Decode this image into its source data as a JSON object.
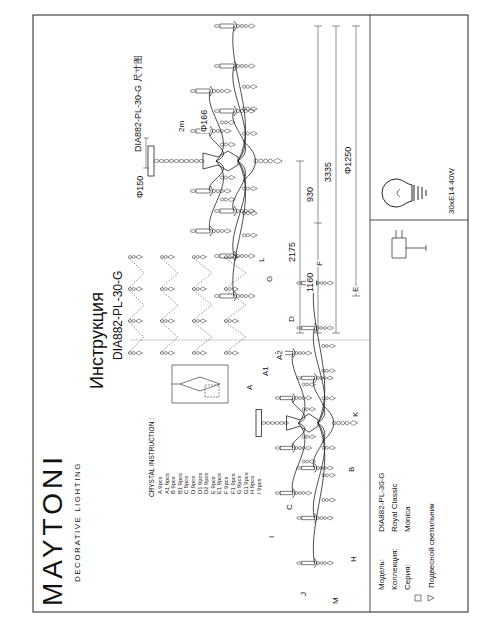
{
  "diagram": {
    "title": "Инструкция",
    "labels": [
      "MAYTONI",
      "DECORATIVE LIGHTING",
      "DIA882-PL-30-G",
      "DIA882-PL-30-G 尺寸图",
      "Φ150",
      "Φ166",
      "2m",
      "2175",
      "930",
      "1160",
      "3335",
      "Φ1250",
      "30xE14 40W",
      "Модель:",
      "DIA882-PL-30-G",
      "Коллекция:",
      "Royal Classic",
      "Серия:",
      "Monica",
      "Подвесной светильник",
      "CRYSTAL INSTRUCTION :",
      "A 9pcs",
      "A1 9pcs",
      "B 9pcs",
      "B1 9pcs",
      "C 9pcs",
      "D 9pcs",
      "D1 9pcs",
      "D2 9pcs",
      "E 9pcs",
      "E1 9pcs",
      "F 9pcs",
      "F1 9pcs",
      "G 9pcs",
      "G1 9pcs",
      "H 9pcs",
      "I 9pcs",
      "A",
      "A1",
      "A2",
      "B",
      "C",
      "D",
      "E",
      "F",
      "G",
      "H",
      "I",
      "J",
      "K",
      "L",
      "M"
    ]
  }
}
